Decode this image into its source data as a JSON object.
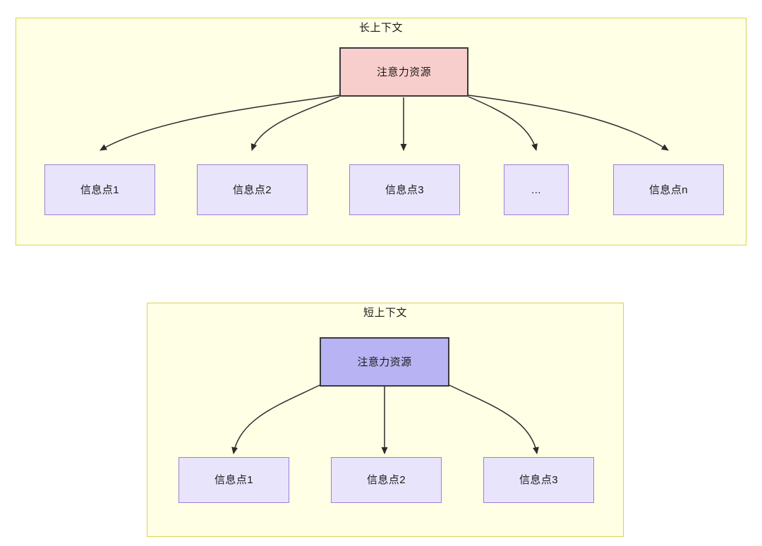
{
  "diagram": {
    "type": "attention-allocation-comparison",
    "background": "#ffffff",
    "palette": {
      "group_fill": "#ffffe6",
      "group_stroke": "#d6d64d",
      "attention_long_fill": "#f8cecc",
      "attention_short_fill": "#b8b3f2",
      "attention_stroke": "#3a3a3a",
      "info_fill": "#e8e4fb",
      "info_stroke": "#9f7fd4",
      "edge_stroke": "#2b2b2b",
      "text_color": "#1a1a1a"
    },
    "groups": [
      {
        "id": "long-context",
        "title": "长上下文",
        "root": {
          "id": "attention-long",
          "label": "注意力资源"
        },
        "children": [
          {
            "id": "info-point-1",
            "label": "信息点1"
          },
          {
            "id": "info-point-2",
            "label": "信息点2"
          },
          {
            "id": "info-point-3",
            "label": "信息点3"
          },
          {
            "id": "info-point-ellipsis",
            "label": "..."
          },
          {
            "id": "info-point-n",
            "label": "信息点n"
          }
        ],
        "edge_count": 5
      },
      {
        "id": "short-context",
        "title": "短上下文",
        "root": {
          "id": "attention-short",
          "label": "注意力资源"
        },
        "children": [
          {
            "id": "info-point-s1",
            "label": "信息点1"
          },
          {
            "id": "info-point-s2",
            "label": "信息点2"
          },
          {
            "id": "info-point-s3",
            "label": "信息点3"
          }
        ],
        "edge_count": 3
      }
    ]
  }
}
